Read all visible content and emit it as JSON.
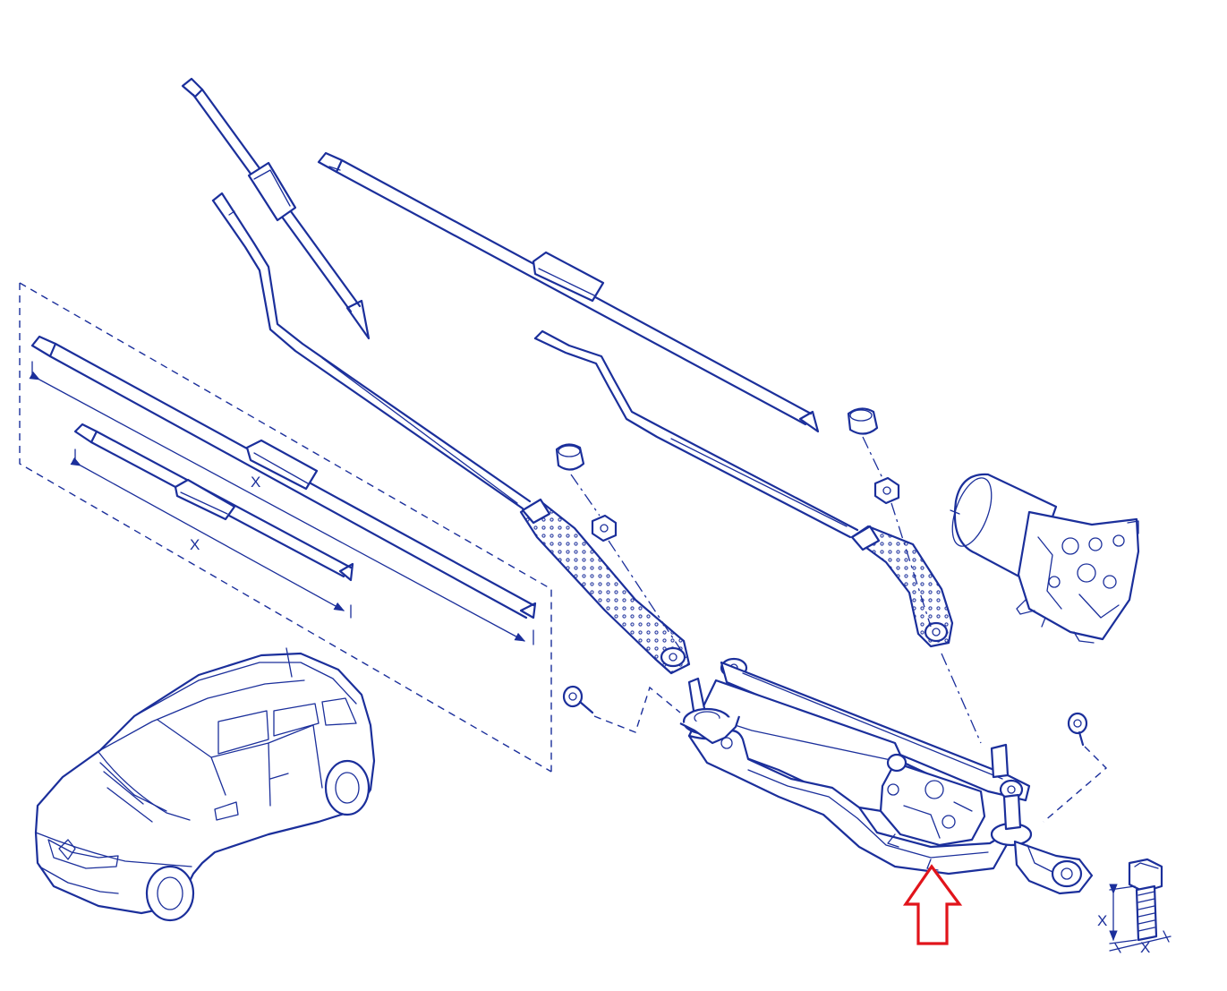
{
  "labels": {
    "long_blade_length": "X",
    "short_blade_length": "X",
    "bolt_dimension_vertical": "X",
    "bolt_dimension_horizontal": "X"
  },
  "colors": {
    "line": "#1b2f9b",
    "highlight_arrow": "#e1141b",
    "background": "#ffffff"
  }
}
